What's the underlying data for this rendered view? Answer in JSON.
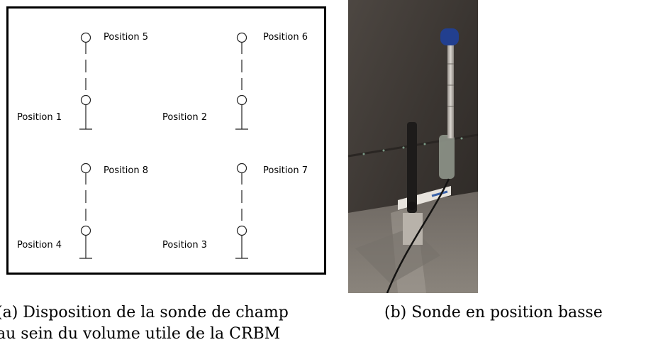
{
  "figure_a": {
    "positions": [
      {
        "id": "pos-5",
        "label": "Position 5"
      },
      {
        "id": "pos-6",
        "label": "Position 6"
      },
      {
        "id": "pos-1",
        "label": "Position 1"
      },
      {
        "id": "pos-2",
        "label": "Position 2"
      },
      {
        "id": "pos-8",
        "label": "Position 8"
      },
      {
        "id": "pos-7",
        "label": "Position 7"
      },
      {
        "id": "pos-4",
        "label": "Position 4"
      },
      {
        "id": "pos-3",
        "label": "Position 3"
      }
    ],
    "caption_line1": "(a) Disposition de la sonde de champ",
    "caption_line2": "au sein du volume utile de la CRBM"
  },
  "figure_b": {
    "caption": "(b) Sonde en position basse"
  }
}
